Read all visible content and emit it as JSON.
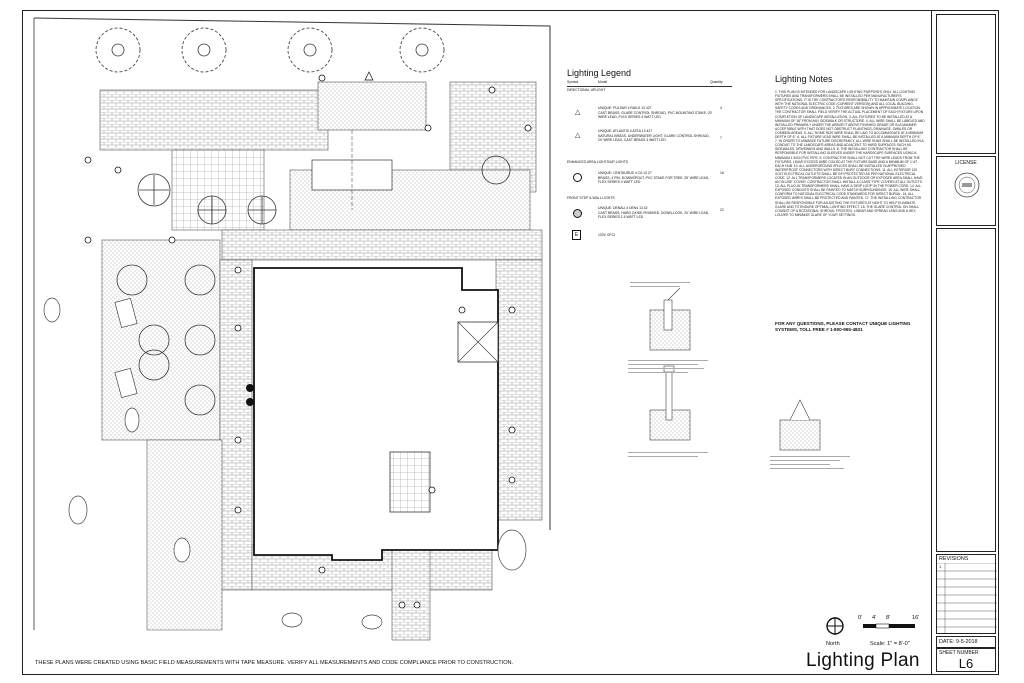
{
  "legend": {
    "title": "Lighting Legend",
    "col_symbol": "Symbol",
    "col_model": "Model",
    "col_quantity": "Quantity",
    "sections": [
      {
        "heading": "DIRECTIONAL UPLIGHT",
        "items": [
          {
            "name": "UNIQUE: PULSAR 4 RAILS 13 427",
            "desc": "CAST BRASS, GLARE CONTROL SHROUD, PVC MOUNTING STAKE, 20' WIRE LEAD, FLEX SERIES 4 WATT LED",
            "qty": "4"
          },
          {
            "name": "UNIQUE: ATLANTIS 4 ATEA 13 427",
            "desc": "NATURAL BRASS, UNDERWATER LIGHT, GLARE CONTROL SHROUD, 20' WIRE LEAD, CAST BRASS 4 WATT LED",
            "qty": "7"
          }
        ]
      },
      {
        "heading": "ENHANCED AREA LIGHTS/UP-LIGHTS",
        "items": [
          {
            "name": "UNIQUE: CENTAURUS 4 CA 13 27",
            "desc": "BRASS, 4 PIN, DOWNSPOUT, PVC STAKE FOR TREE, 25' WIRE LEAD, FLEX SERIES 4 WATT LED",
            "qty": "16"
          }
        ]
      },
      {
        "heading": "FRONT STEP & WALL LIGHTS",
        "items": [
          {
            "name": "UNIQUE: DENALI 4 DEN4 13 42",
            "desc": "CAST BRASS, HARD OXIDE FINISHED, DOWN-LOOK, 20' WIRE LEAD, FLEX SERIES 1.5 WATT LED",
            "qty": "22"
          },
          {
            "name": "120V GFCI",
            "desc": "",
            "qty": ""
          }
        ]
      }
    ]
  },
  "notes": {
    "title": "Lighting Notes",
    "body": "1. THIS PLAN IS INTENDED FOR LANDSCAPE LIGHTING PURPOSES ONLY. ALL LIGHTING FIXTURES AND TRANSFORMERS SHALL BE INSTALLED PER MANUFACTURER'S SPECIFICATIONS. IT IS THE CONTRACTOR'S RESPONSIBILITY TO MAINTAIN COMPLIANCE WITH THE NATIONAL ELECTRIC CODE (CURRENT VERSION) AND ALL LOCAL BUILDING, SAFETY CODES AND ORDINANCES. 2. FIXTURES ARE SHOWN IN APPROXIMATE LOCATION. THE CONTRACTOR SHALL FIELD VERIFY THE ACTUAL PLACEMENT OF EACH FIXTURE UPON COMPLETION OF LANDSCAPE INSTALLATION. 3. ALL FIXTURES TO BE INSTALLED AT A MINIMUM OF 18\" FROM ANY SIDEWALK OR STRUCTURE. 4. ALL WIRE SHALL BE LABELED AND INSTALLED PRIMARILY UNDER THE ARBOR IT ABOVE FINISHED GRADE OR IN A MANNER ACCEPTABLE WITH THAT DOES NOT OBSTRUCT PLANTINGS, DRAINAGE, SWALES OR COMMON AREAS. 5. ALL 'HOME RUN' WIRE SHALL BE LAID TO ACCOMMODATE AT A MINIMUM DEPTH OF 6\". 6. ALL FIXTURE LEAD WIRE SHALL BE INSTALLED AT A MINIMUM DEPTH OF 6\". 7. IN ORDER TO MINIMIZE FUTURE DISCREPANCY, ALL WIRE RUNS SHALL BE INSTALLED IN A CONDUIT TO THE LANDSCAPE AREAS AND ADJACENT TO HARD SURFACES SUCH AS SIDEWALKS, DRIVEWAYS AND WALLS. 8. THE INSTALLING CONTRACTOR SHALL BE RESPONSIBLE FOR INSTALLING SLEEVES UNDER THE HARDSCAPE SURFACES USING A MINIMUM 1 INCH PVC PIPE. 9. CONTRACTOR SHALL NOT CUT THE WIRE LEADS FROM THE FIXTURES, LEAVE EXCESS WIRE COILED AT THE FIXTURE BASE AND A MINIMUM OF 1' AT EACH HUB. 10. ALL UNDERGROUND SPLICES SHALL BE INSTALLED IN APPROVED WATERPROOF CONNECTORS WITH DIRECT BURY CONNECTIONS. 11. ALL EXTERIOR 120 VOLT ELECTRICAL OUTLETS SHALL BE GFI PROTECTED AS PER NATIONAL ELECTRICAL CODE. 12. ALL TRANSFORMERS LOCATED IN AN OUTDOOR OR EXPOSED AREA SHALL HAVE AN 'IN-USE' COVER. CONTRACTOR SHALL INSTALL A CLASS TYPE COVERS AT ALL OUTLETS. 13. ALL PLUG-IN TRANSFORMERS SHALL HAVE A 'DRIP LOOP' IN THE POWER CORD. 14. ALL EXPOSED CONDUITS SHALL BE PAINTED TO MATCH SURROUNDINGS. 15. ALL WIRE SHALL CONFORM TO NATIONAL ELECTRICAL CODE STANDARDS FOR DIRECT BURIAL. 16. ALL EXPOSED WIRES SHALL BE PROTECTED AND PAINTED. 17. THE INSTALLING CONTRACTOR SHALL BE RESPONSIBLE FOR ADJUSTING THE FIXTURES AT NIGHT TO HELP ELIMINATE GLARE AND TO ENSURE OPTIMAL LIGHTING EFFECT. 18. THE GLARE CONTROL ON SHALL CONSIST OF A ROTATIONAL SHROUD, FROSTED, LINEAR AND SPREAD LENS AND A HEX LOUVER TO MINIMIZE GLARE OF YOUR SETTINGS.",
    "cta": "FOR ANY QUESTIONS, PLEASE CONTACT UNIQUE LIGHTING SYSTEMS, TOLL FREE # 1-800-955-4831"
  },
  "title_block": {
    "license": "LICENSE",
    "revisions": "REVISIONS",
    "rev_mark": "1",
    "date": "DATE: 9-5-2018",
    "sheet_number_label": "SHEET NUMBER",
    "sheet_number": "L6"
  },
  "footer_note": "THESE PLANS WERE CREATED USING BASIC FIELD MEASUREMENTS WITH TAPE MEASURE.  VERIFY ALL MEASUREMENTS AND CODE COMPLIANCE PRIOR TO CONSTRUCTION.",
  "sheet_title": "Lighting Plan",
  "north": "North",
  "scale": "Scale: 1\" = 8'-0\"",
  "scale_ticks": [
    "0'",
    "4'",
    "8'",
    "16'"
  ]
}
